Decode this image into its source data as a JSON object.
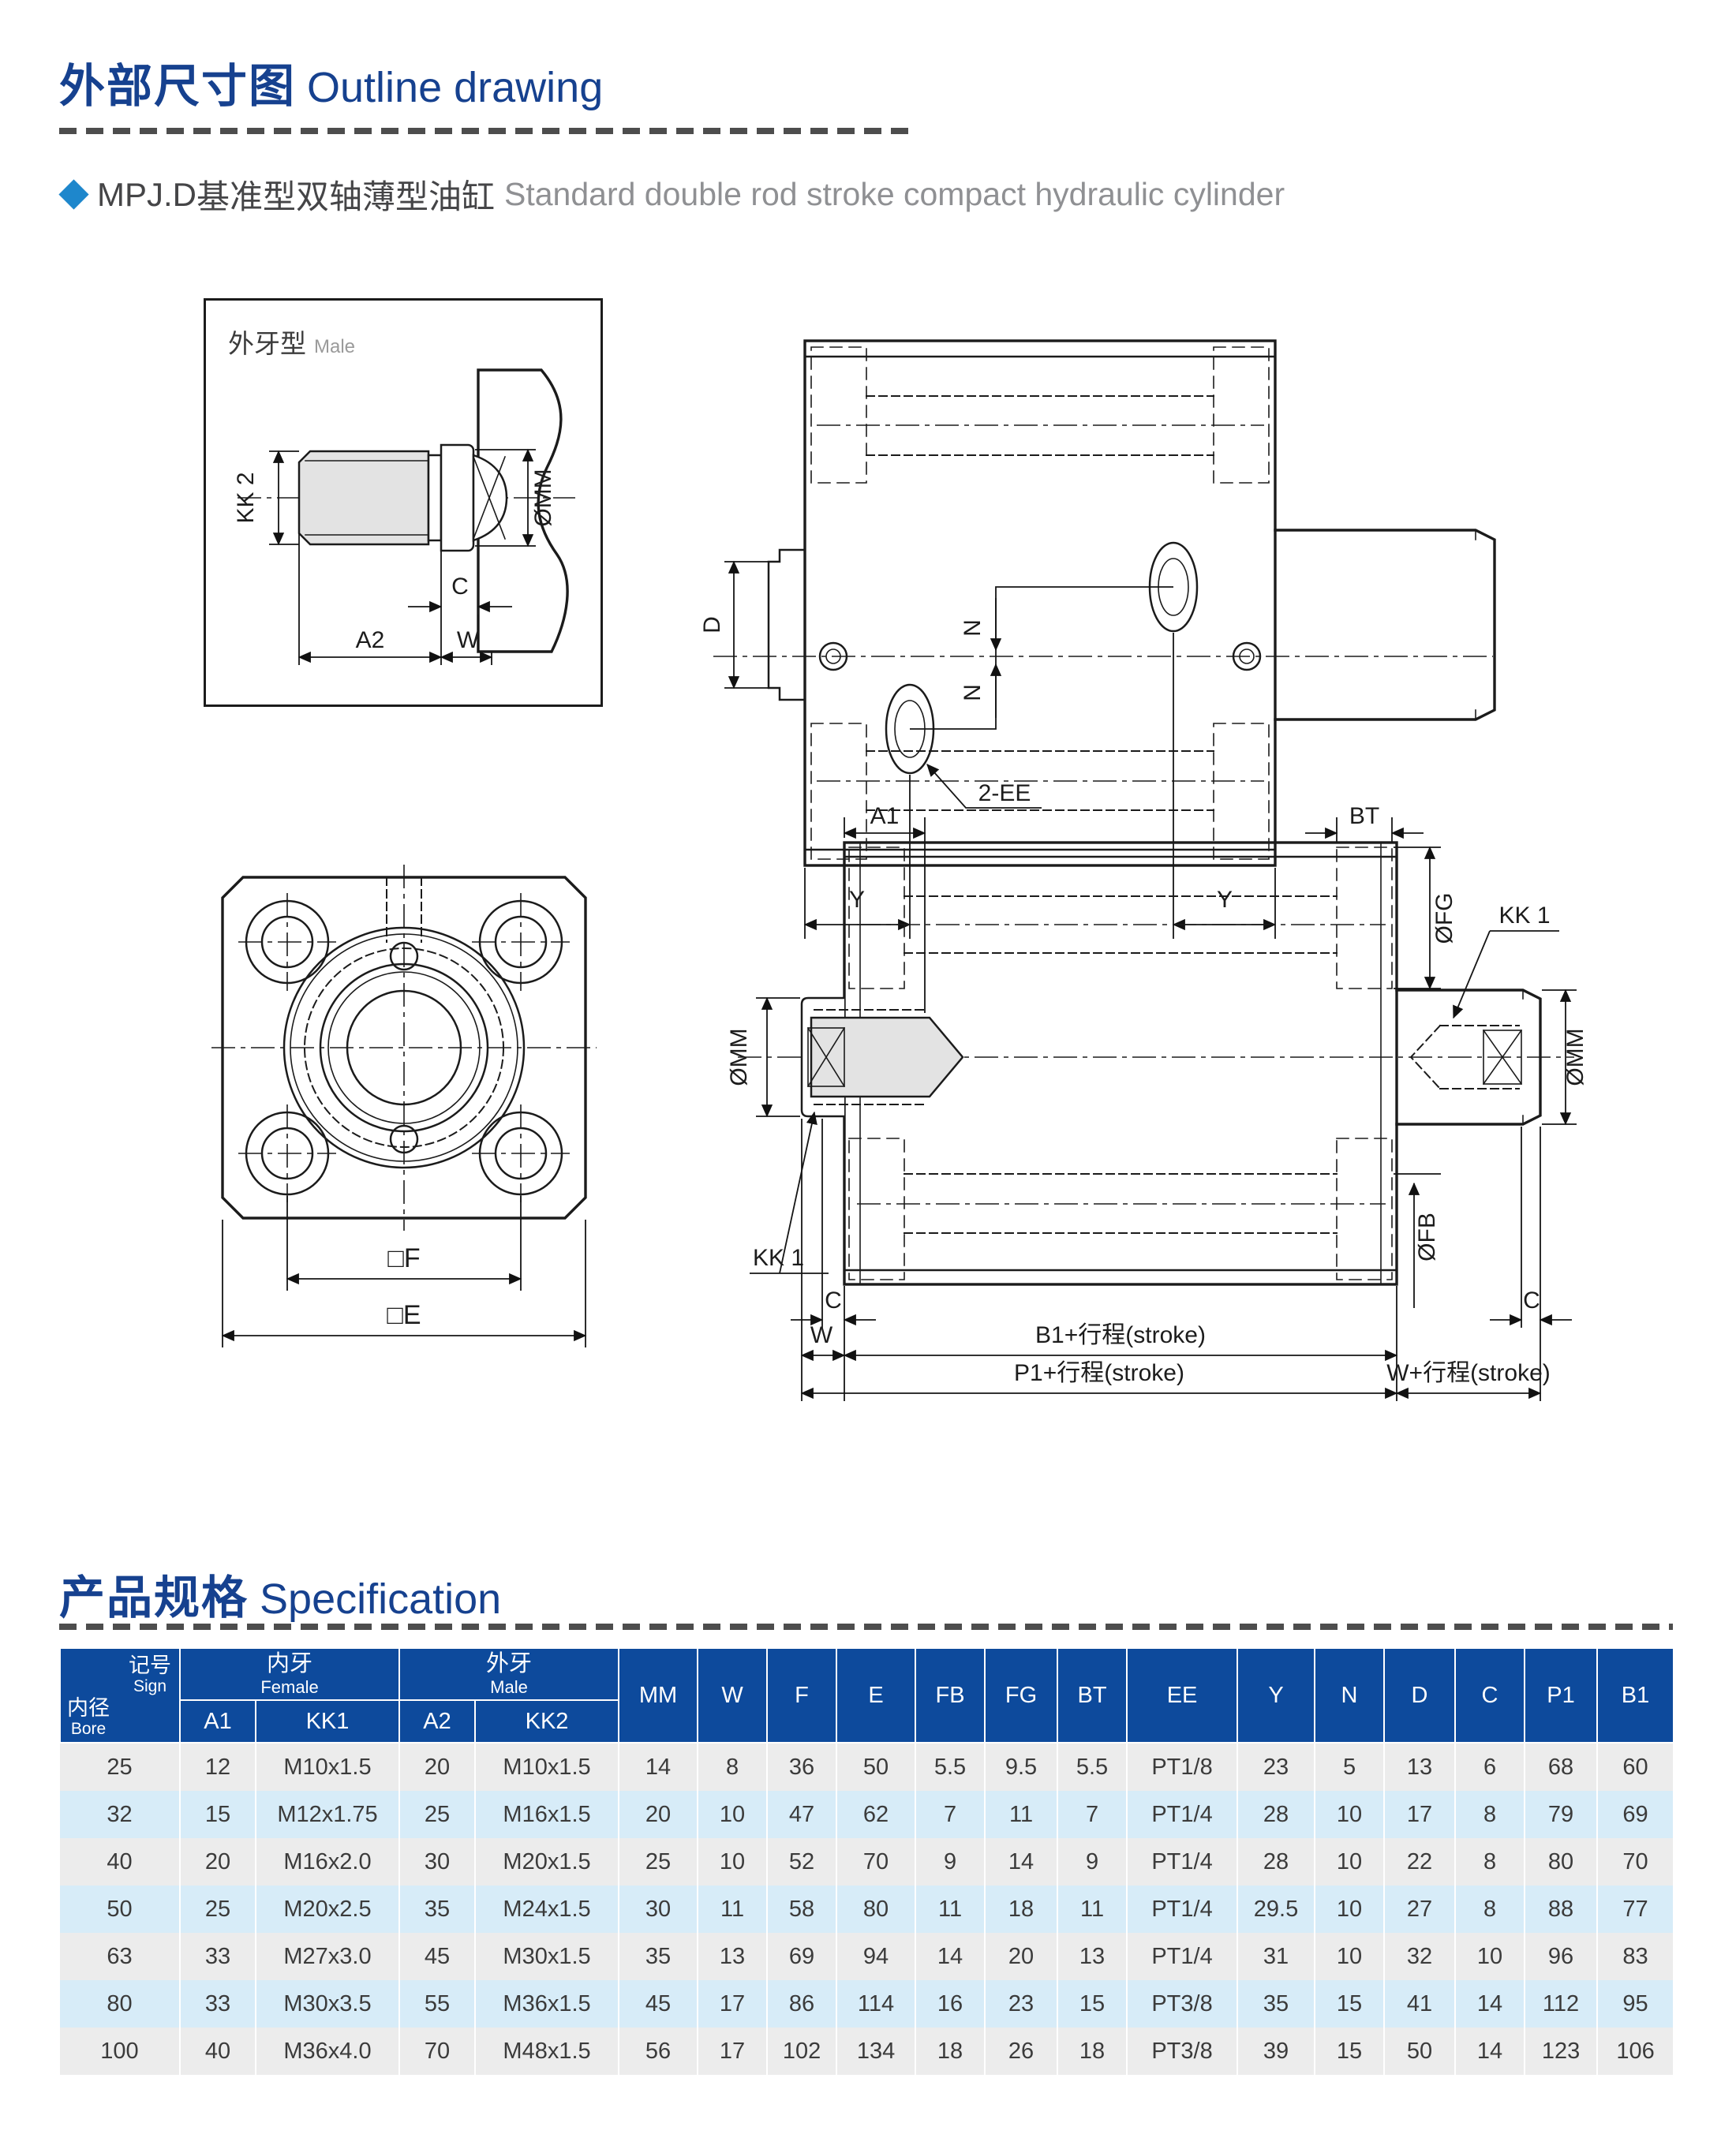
{
  "page": {
    "section1_title_zh": "外部尺寸图",
    "section1_title_en": "Outline drawing",
    "product_model": "MPJ.D",
    "product_desc_zh": "基准型双轴薄型油缸",
    "product_desc_en": "Standard double rod stroke compact hydraulic cylinder",
    "section2_title_zh": "产品规格",
    "section2_title_en": "Specification"
  },
  "colors": {
    "title_navy": "#16418f",
    "diamond_blue": "#1e87cc",
    "table_header_blue": "#0d4a9c",
    "row_gray": "#ececec",
    "row_blue": "#d7ecf8"
  },
  "drawings": {
    "male_detail": {
      "title_zh": "外牙型",
      "title_en": "Male",
      "labels": {
        "kk2": "KK 2",
        "mm": "ØMM",
        "c": "C",
        "a2": "A2",
        "w": "W"
      }
    },
    "top_view": {
      "labels": {
        "d": "D",
        "n": "N",
        "ee": "2-EE",
        "y": "Y"
      }
    },
    "front_view": {
      "labels": {
        "f": "□F",
        "e": "□E"
      }
    },
    "section_view": {
      "labels": {
        "a1": "A1",
        "bt": "BT",
        "fg": "ØFG",
        "kk1": "KK 1",
        "mm": "ØMM",
        "fb": "ØFB",
        "c": "C",
        "w": "W",
        "b1": "B1+行程(stroke)",
        "p1": "P1+行程(stroke)",
        "w_stroke": "W+行程(stroke)"
      }
    }
  },
  "spec_table": {
    "header": {
      "diag_top_zh": "记号",
      "diag_top_en": "Sign",
      "diag_bottom_zh": "内径",
      "diag_bottom_en": "Bore",
      "female_zh": "内牙",
      "female_en": "Female",
      "male_zh": "外牙",
      "male_en": "Male",
      "sub": [
        "A1",
        "KK1",
        "A2",
        "KK2"
      ],
      "cols": [
        "MM",
        "W",
        "F",
        "E",
        "FB",
        "FG",
        "BT",
        "EE",
        "Y",
        "N",
        "D",
        "C",
        "P1",
        "B1"
      ]
    },
    "rows": [
      [
        "25",
        "12",
        "M10x1.5",
        "20",
        "M10x1.5",
        "14",
        "8",
        "36",
        "50",
        "5.5",
        "9.5",
        "5.5",
        "PT1/8",
        "23",
        "5",
        "13",
        "6",
        "68",
        "60"
      ],
      [
        "32",
        "15",
        "M12x1.75",
        "25",
        "M16x1.5",
        "20",
        "10",
        "47",
        "62",
        "7",
        "11",
        "7",
        "PT1/4",
        "28",
        "10",
        "17",
        "8",
        "79",
        "69"
      ],
      [
        "40",
        "20",
        "M16x2.0",
        "30",
        "M20x1.5",
        "25",
        "10",
        "52",
        "70",
        "9",
        "14",
        "9",
        "PT1/4",
        "28",
        "10",
        "22",
        "8",
        "80",
        "70"
      ],
      [
        "50",
        "25",
        "M20x2.5",
        "35",
        "M24x1.5",
        "30",
        "11",
        "58",
        "80",
        "11",
        "18",
        "11",
        "PT1/4",
        "29.5",
        "10",
        "27",
        "8",
        "88",
        "77"
      ],
      [
        "63",
        "33",
        "M27x3.0",
        "45",
        "M30x1.5",
        "35",
        "13",
        "69",
        "94",
        "14",
        "20",
        "13",
        "PT1/4",
        "31",
        "10",
        "32",
        "10",
        "96",
        "83"
      ],
      [
        "80",
        "33",
        "M30x3.5",
        "55",
        "M36x1.5",
        "45",
        "17",
        "86",
        "114",
        "16",
        "23",
        "15",
        "PT3/8",
        "35",
        "15",
        "41",
        "14",
        "112",
        "95"
      ],
      [
        "100",
        "40",
        "M36x4.0",
        "70",
        "M48x1.5",
        "56",
        "17",
        "102",
        "134",
        "18",
        "26",
        "18",
        "PT3/8",
        "39",
        "15",
        "50",
        "14",
        "123",
        "106"
      ]
    ]
  }
}
